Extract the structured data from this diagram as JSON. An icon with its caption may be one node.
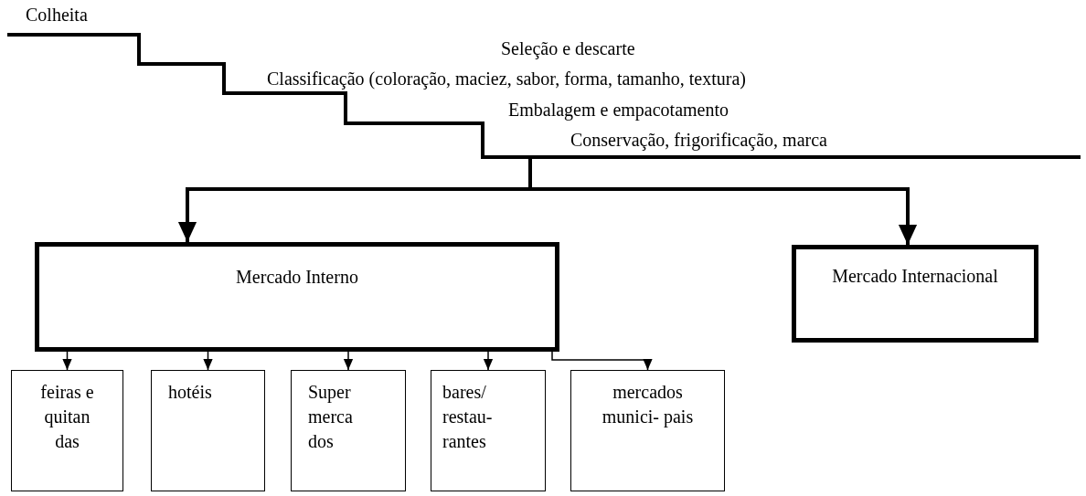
{
  "diagram": {
    "nodes": [
      {
        "text": [
          "Colheita"
        ]
      },
      {
        "text": [
          "Seleção e descarte"
        ]
      },
      {
        "text": [
          "Classificação (coloração, maciez, sabor, forma, tamanho, textura)"
        ]
      },
      {
        "text": [
          "Embalagem e empacotamento"
        ]
      },
      {
        "text": [
          "Conservação, frigorificação, marca"
        ]
      },
      {
        "text": [
          "Mercado Interno"
        ]
      },
      {
        "text": [
          "Mercado Internacional"
        ]
      },
      {
        "text": [
          "feiras e quitan das"
        ]
      },
      {
        "text": [
          "hotéis"
        ]
      },
      {
        "text": [
          "Super merca dos"
        ]
      },
      {
        "text": [
          "bares/ restau- rantes"
        ]
      },
      {
        "text": [
          "mercados munici- pais"
        ]
      }
    ],
    "edges": [
      {
        "from": null,
        "to": 5,
        "arrow": "to",
        "style": "thick"
      },
      {
        "from": null,
        "to": 6,
        "arrow": "to",
        "style": "thick"
      },
      {
        "from": 5,
        "to": 7,
        "arrow": "to"
      },
      {
        "from": 5,
        "to": 8,
        "arrow": "to"
      },
      {
        "from": 5,
        "to": 9,
        "arrow": "to"
      },
      {
        "from": 5,
        "to": 10,
        "arrow": "to"
      },
      {
        "from": 5,
        "to": 11,
        "arrow": "to"
      }
    ]
  }
}
